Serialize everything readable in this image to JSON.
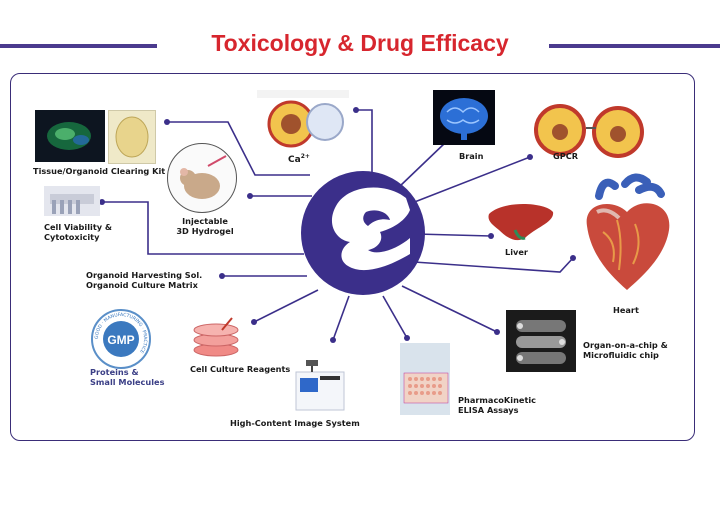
{
  "title": "Toxicology & Drug Efficacy",
  "colors": {
    "title": "#d7262e",
    "accent": "#4b3a8e",
    "hub": "#3b2f8a"
  },
  "labels": {
    "clearing_kit": "Tissue/Organoid Clearing Kit",
    "calcium": "Ca",
    "calcium_sup": "2+",
    "injectable_1": "Injectable",
    "injectable_2": "3D Hydrogel",
    "viability_1": "Cell Viability &",
    "viability_2": "Cytotoxicity",
    "organoid_1": "Organoid Harvesting Sol.",
    "organoid_2": "Organoid Culture Matrix",
    "gmp_1": "Proteins &",
    "gmp_2": "Small Molecules",
    "gmp_badge": "GMP",
    "gmp_ring": "GOOD · MANUFACTURING · PRACTICE",
    "culture_reagents": "Cell Culture Reagents",
    "high_content": "High-Content Image System",
    "elisa_1": "PharmacoKinetic",
    "elisa_2": "ELISA Assays",
    "organ_chip_1": "Organ-on-a-chip &",
    "organ_chip_2": "Microfluidic chip",
    "brain": "Brain",
    "gpcr": "GPCR",
    "liver": "Liver",
    "heart": "Heart"
  },
  "icons": [
    "brain-image",
    "gpcr-image",
    "heart-image",
    "liver-image",
    "organ-chip-image",
    "microplate-image",
    "imaging-system-image",
    "petri-dish-image",
    "gmp-seal-icon",
    "pipette-image",
    "mouse-image",
    "cell-diagram-image",
    "clearing-kit-image",
    "hub-logo-icon"
  ]
}
